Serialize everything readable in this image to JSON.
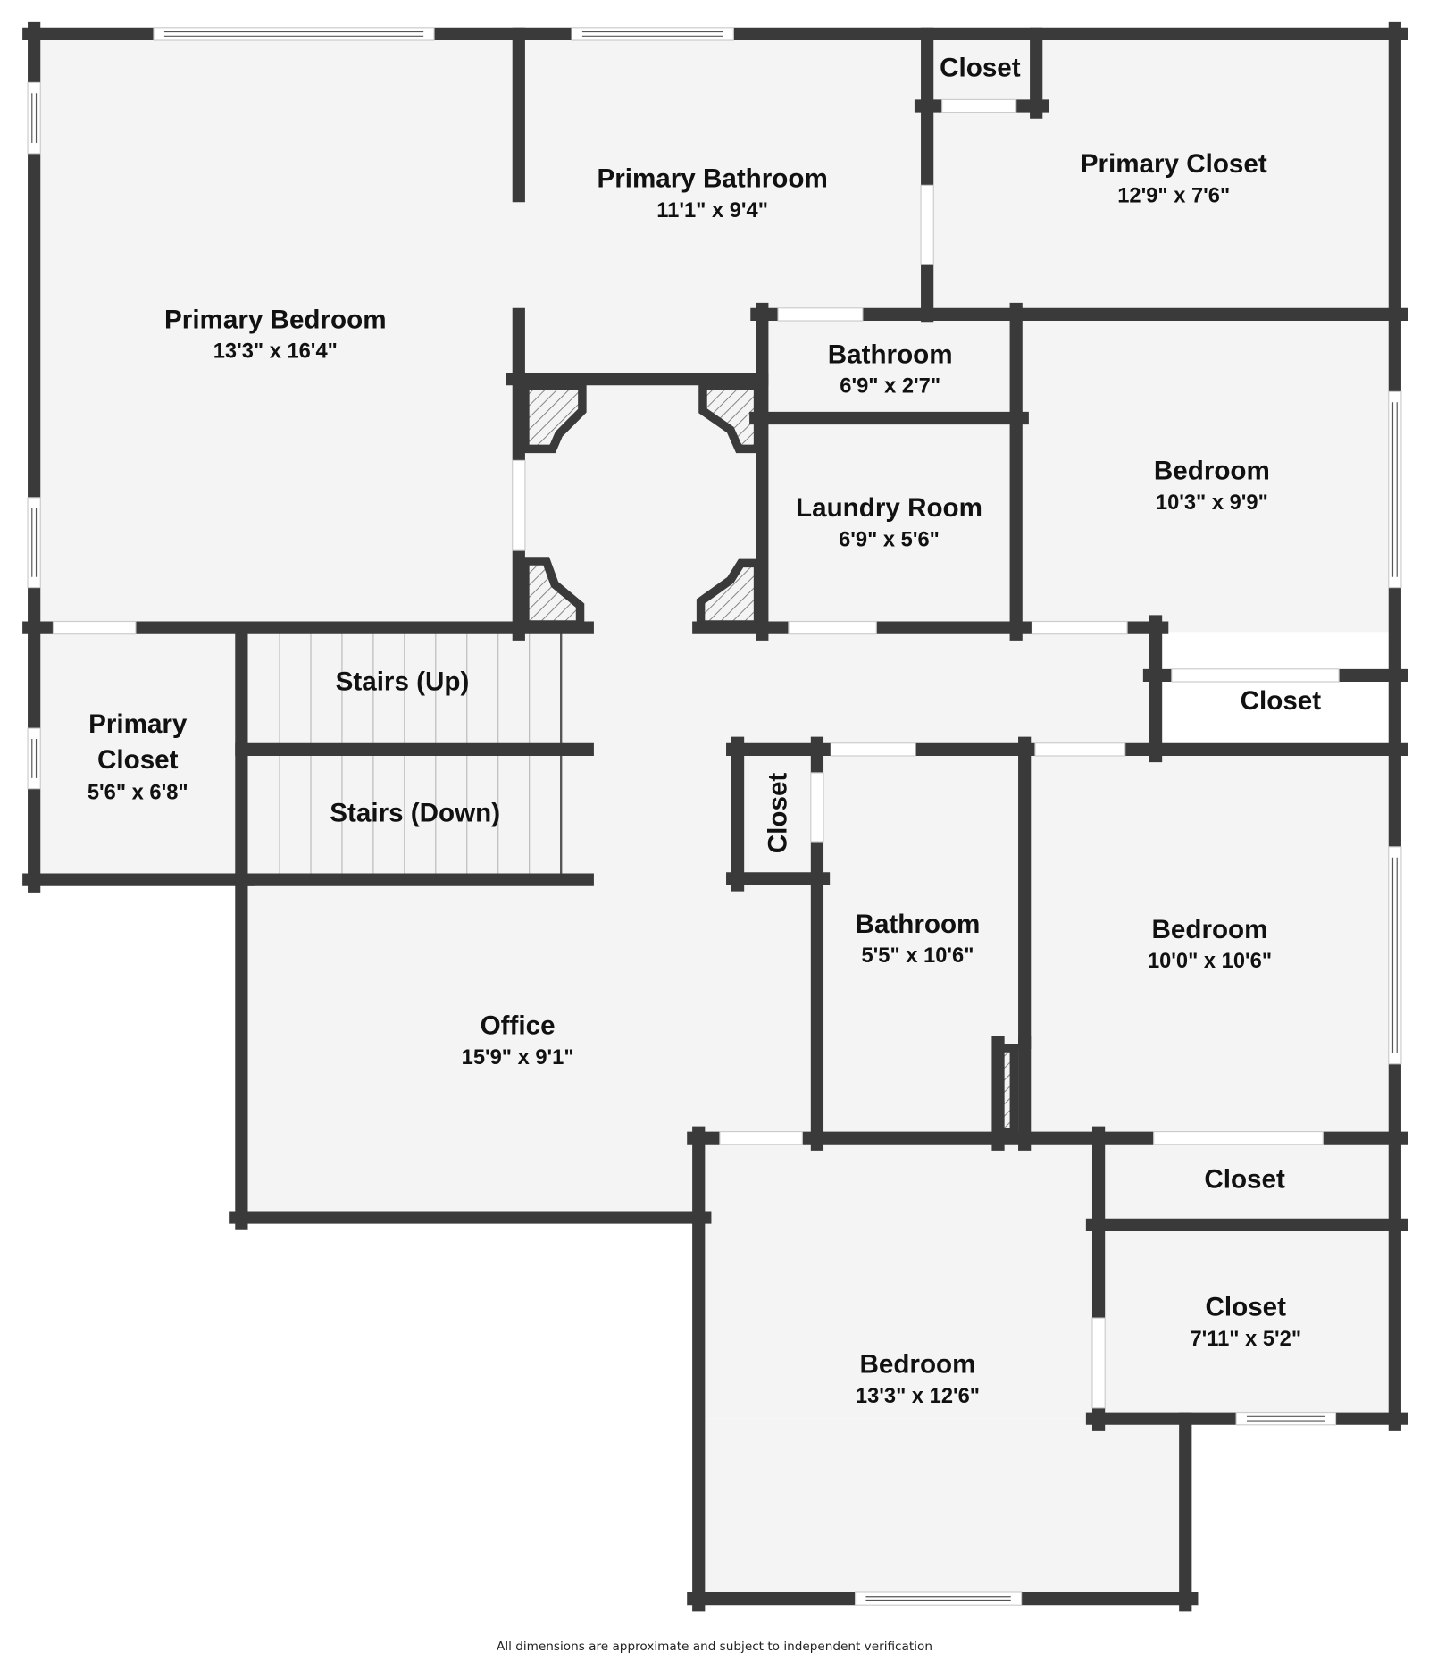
{
  "floorplan": {
    "rooms": [
      {
        "name": "Primary Bedroom",
        "dims": "13'3\" x 16'4\""
      },
      {
        "name": "Primary Bathroom",
        "dims": "11'1\" x 9'4\""
      },
      {
        "name": "Closet"
      },
      {
        "name": "Primary Closet",
        "dims": "12'9\" x 7'6\""
      },
      {
        "name": "Bathroom",
        "dims": "6'9\" x 2'7\""
      },
      {
        "name": "Bedroom",
        "dims": "10'3\" x 9'9\""
      },
      {
        "name": "Laundry Room",
        "dims": "6'9\" x 5'6\""
      },
      {
        "name_line1": "Primary",
        "name_line2": "Closet",
        "dims": "5'6\" x 6'8\""
      },
      {
        "name": "Stairs (Up)"
      },
      {
        "name": "Stairs (Down)"
      },
      {
        "name": "Closet"
      },
      {
        "name": "Closet"
      },
      {
        "name": "Bathroom",
        "dims": "5'5\" x 10'6\""
      },
      {
        "name": "Bedroom",
        "dims": "10'0\" x 10'6\""
      },
      {
        "name": "Office",
        "dims": "15'9\" x 9'1\""
      },
      {
        "name": "Closet"
      },
      {
        "name": "Closet",
        "dims": "7'11\" x 5'2\""
      },
      {
        "name": "Bedroom",
        "dims": "13'3\" x 12'6\""
      }
    ],
    "disclaimer": "All dimensions are approximate and subject to independent verification",
    "colors": {
      "wall": "#3a3a3a",
      "floor": "#f4f4f4"
    }
  }
}
